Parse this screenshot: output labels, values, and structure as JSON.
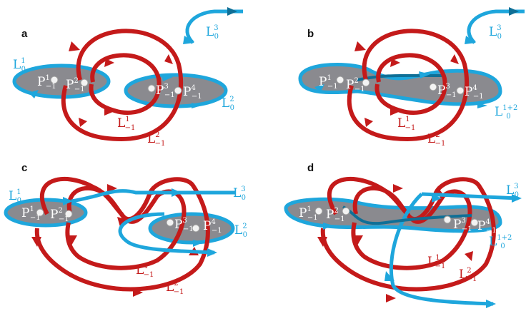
{
  "colors": {
    "blue": "#1ea6dc",
    "blue_dark": "#0f6f96",
    "red": "#c41a1a",
    "red_dark": "#7a0d0d",
    "disk": "#8a8a8f",
    "point": "#f2f2f2"
  },
  "panels": [
    {
      "letter": "a",
      "blue_labels": [
        {
          "base": "L",
          "sup": "1",
          "sub": "0"
        },
        {
          "base": "L",
          "sup": "2",
          "sub": "0"
        },
        {
          "base": "L",
          "sup": "3",
          "sub": "0"
        }
      ],
      "red_labels": [
        {
          "base": "L",
          "sup": "1",
          "sub": "−1"
        },
        {
          "base": "L",
          "sup": "2",
          "sub": "−1"
        }
      ],
      "points": [
        {
          "base": "P",
          "sup": "1",
          "sub": "−1"
        },
        {
          "base": "P",
          "sup": "2",
          "sub": "−1"
        },
        {
          "base": "P",
          "sup": "3",
          "sub": "−1"
        },
        {
          "base": "P",
          "sup": "4",
          "sub": "−1"
        }
      ]
    },
    {
      "letter": "b",
      "blue_labels": [
        {
          "base": "L",
          "sup": "1+2",
          "sub": "0"
        },
        {
          "base": "L",
          "sup": "3",
          "sub": "0"
        }
      ],
      "red_labels": [
        {
          "base": "L",
          "sup": "1",
          "sub": "−1"
        },
        {
          "base": "L",
          "sup": "2",
          "sub": "−1"
        }
      ],
      "points": [
        {
          "base": "P",
          "sup": "1",
          "sub": "−1"
        },
        {
          "base": "P",
          "sup": "2",
          "sub": "−1"
        },
        {
          "base": "P",
          "sup": "3",
          "sub": "−1"
        },
        {
          "base": "P",
          "sup": "4",
          "sub": "−1"
        }
      ]
    },
    {
      "letter": "c",
      "blue_labels": [
        {
          "base": "L",
          "sup": "1",
          "sub": "0"
        },
        {
          "base": "L",
          "sup": "3",
          "sub": "0"
        },
        {
          "base": "L",
          "sup": "2",
          "sub": "0"
        }
      ],
      "red_labels": [
        {
          "base": "L",
          "sup": "1",
          "sub": "−1"
        },
        {
          "base": "L",
          "sup": "2",
          "sub": "−1"
        }
      ],
      "points": [
        {
          "base": "P",
          "sup": "1",
          "sub": "−1"
        },
        {
          "base": "P",
          "sup": "2",
          "sub": "−1"
        },
        {
          "base": "P",
          "sup": "3",
          "sub": "−1"
        },
        {
          "base": "P",
          "sup": "4",
          "sub": "−1"
        }
      ]
    },
    {
      "letter": "d",
      "blue_labels": [
        {
          "base": "L",
          "sup": "3",
          "sub": "0"
        },
        {
          "base": "L",
          "sup": "1+2",
          "sub": "0"
        }
      ],
      "red_labels": [
        {
          "base": "L",
          "sup": "1",
          "sub": "−1"
        },
        {
          "base": "L",
          "sup": "2",
          "sub": "−1"
        }
      ],
      "points": [
        {
          "base": "P",
          "sup": "1",
          "sub": "−1"
        },
        {
          "base": "P",
          "sup": "2",
          "sub": "−1"
        },
        {
          "base": "P",
          "sup": "3",
          "sub": "−1"
        },
        {
          "base": "P",
          "sup": "4",
          "sub": "−1"
        }
      ]
    }
  ]
}
